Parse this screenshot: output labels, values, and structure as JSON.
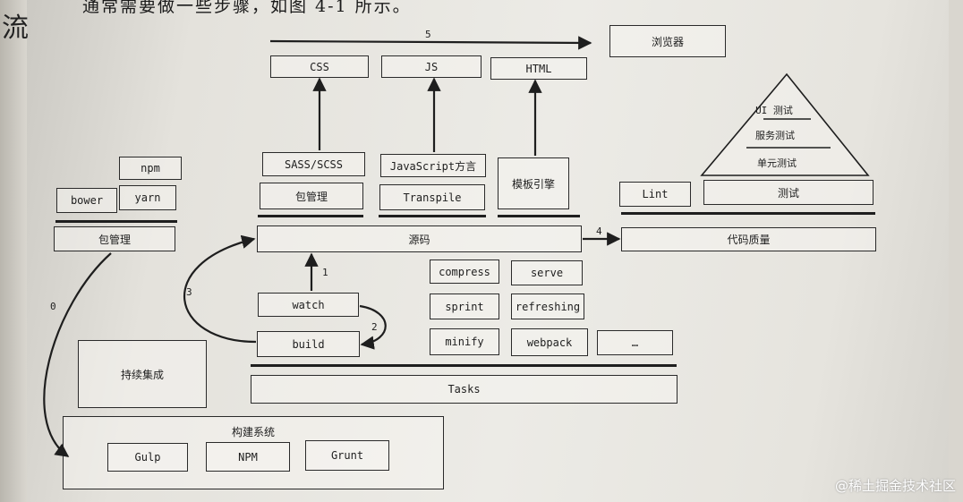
{
  "header_text": "通常需要做一些步骤，如图 4-1 所示。",
  "margin_glyph": "流",
  "watermark": "@稀土掘金技术社区",
  "boxes": {
    "npm": "npm",
    "bower": "bower",
    "yarn": "yarn",
    "pkg_mgr_left": "包管理",
    "continuous_integration": "持续集成",
    "build_system": "构建系统",
    "gulp": "Gulp",
    "npm_build": "NPM",
    "grunt": "Grunt",
    "css": "CSS",
    "js": "JS",
    "html": "HTML",
    "browser": "浏览器",
    "sass": "SASS/SCSS",
    "js_dialect": "JavaScript方言",
    "template_engine": "模板引擎",
    "pkg_mgr_mid": "包管理",
    "transpile": "Transpile",
    "source": "源码",
    "code_quality": "代码质量",
    "lint": "Lint",
    "testing": "测试",
    "ui_test": "UI 测试",
    "service_test": "服务测试",
    "unit_test": "单元测试",
    "watch": "watch",
    "build": "build",
    "compress": "compress",
    "serve": "serve",
    "sprint": "sprint",
    "refreshing": "refreshing",
    "minify": "minify",
    "webpack": "webpack",
    "ellipsis": "…",
    "tasks": "Tasks"
  },
  "arrow_labels": {
    "a0": "0",
    "a1": "1",
    "a2": "2",
    "a3": "3",
    "a4": "4",
    "a5": "5"
  }
}
